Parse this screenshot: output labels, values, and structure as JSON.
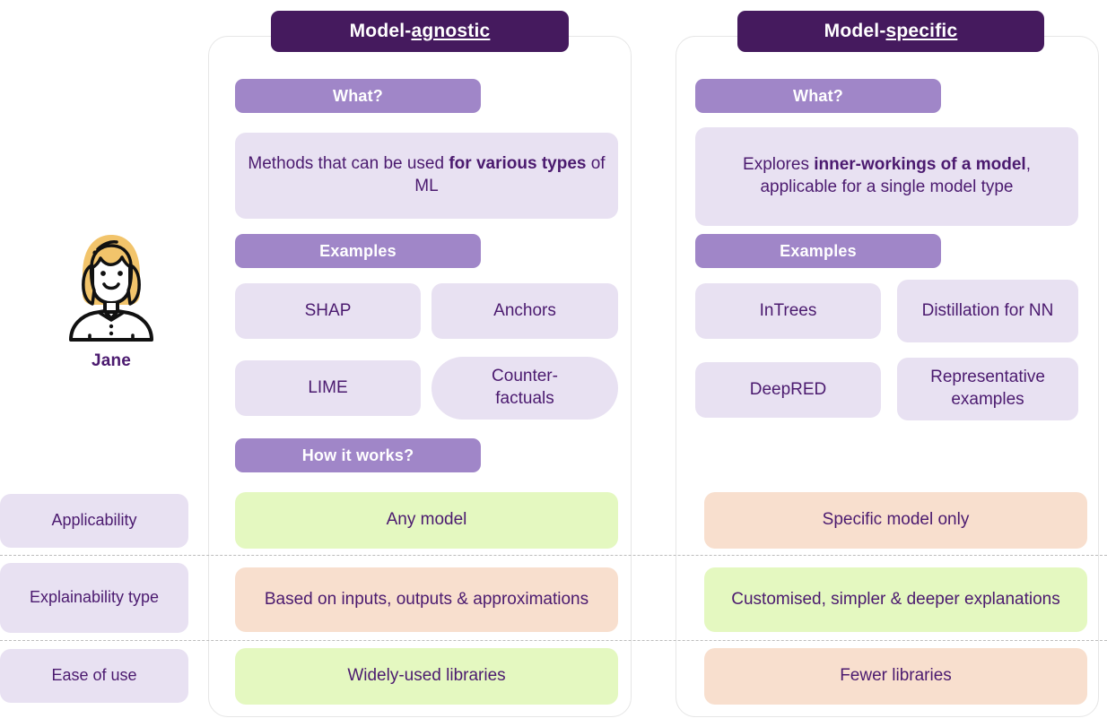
{
  "persona": {
    "name": "Jane",
    "avatar_icon": "woman-avatar-icon"
  },
  "columns": [
    {
      "id": "model-agnostic",
      "header_prefix": "Model-",
      "header_underlined": "agnostic",
      "sections": [
        {
          "chip": "What?"
        },
        {
          "chip": "Examples"
        },
        {
          "chip": "How it works?"
        }
      ],
      "what_text_parts": [
        {
          "text": "Methods that can be used ",
          "bold": false
        },
        {
          "text": "for various types",
          "bold": true
        },
        {
          "text": " of ML",
          "bold": false
        }
      ],
      "examples": [
        "SHAP",
        "Anchors",
        "LIME",
        "Counter-factuals"
      ],
      "verdicts": [
        {
          "label": "Any model",
          "tone": "good"
        },
        {
          "label": "Based on inputs, outputs & approximations",
          "tone": "bad"
        },
        {
          "label": "Widely-used libraries",
          "tone": "good"
        }
      ]
    },
    {
      "id": "model-specific",
      "header_prefix": "Model-",
      "header_underlined": "specific",
      "sections": [
        {
          "chip": "What?"
        },
        {
          "chip": "Examples"
        }
      ],
      "what_text_parts": [
        {
          "text": "Explores ",
          "bold": false
        },
        {
          "text": "inner-workings of a model",
          "bold": true
        },
        {
          "text": ", applicable for a single model type",
          "bold": false
        }
      ],
      "examples": [
        "InTrees",
        "Distillation for NN",
        "DeepRED",
        "Representative examples"
      ],
      "verdicts": [
        {
          "label": "Specific model only",
          "tone": "bad"
        },
        {
          "label": "Customised, simpler & deeper explanations",
          "tone": "good"
        },
        {
          "label": "Fewer libraries",
          "tone": "bad"
        }
      ]
    }
  ],
  "comparison_rows": [
    {
      "label": "Applicability"
    },
    {
      "label": "Explainability type"
    },
    {
      "label": "Ease of use"
    }
  ],
  "colors": {
    "header_purple": "#451A5E",
    "chip_purple": "#A086C8",
    "lavender": "#E8E1F2",
    "good_green": "#E4F8C0",
    "bad_peach": "#F8DFCE",
    "text_purple": "#4B1A6F",
    "hair_gold": "#F2C46B",
    "card_border": "#E6E6E6"
  }
}
